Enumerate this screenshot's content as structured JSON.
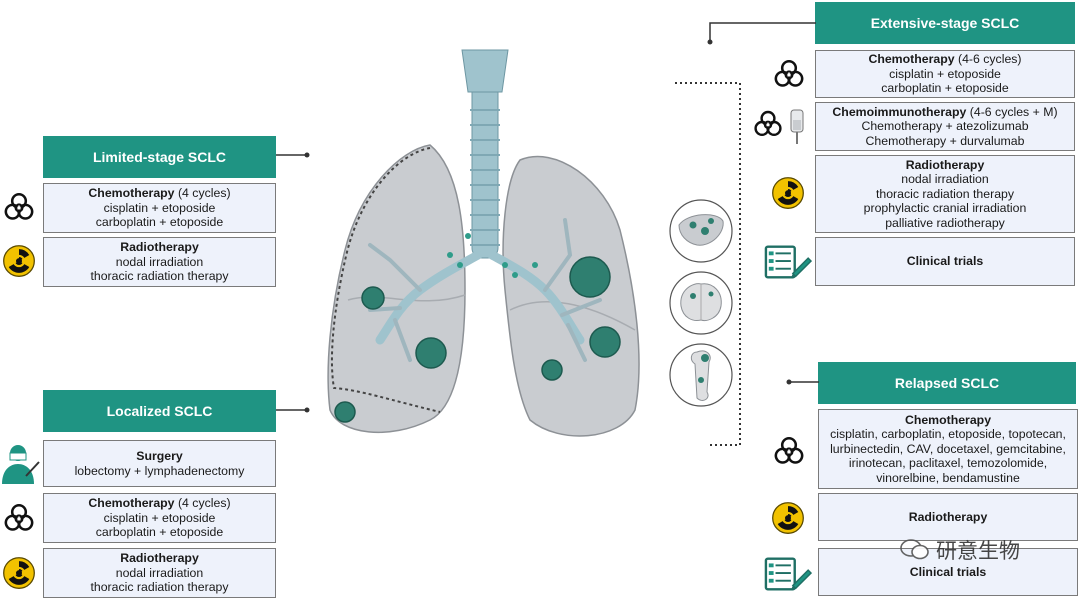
{
  "colors": {
    "header": "#1f9483",
    "box_bg": "#eef2fb",
    "tumor": "#2f7f70",
    "lung": "#c9ccd0",
    "trachea": "#9fc3cd"
  },
  "limited": {
    "title": "Limited-stage SCLC",
    "chemo": {
      "title": "Chemotherapy",
      "note": " (4 cycles)",
      "lines": [
        "cisplatin + etoposide",
        "carboplatin + etoposide"
      ]
    },
    "radio": {
      "title": "Radiotherapy",
      "lines": [
        "nodal irradiation",
        "thoracic radiation therapy"
      ]
    }
  },
  "localized": {
    "title": "Localized SCLC",
    "surgery": {
      "title": "Surgery",
      "lines": [
        "lobectomy + lymphadenectomy"
      ]
    },
    "chemo": {
      "title": "Chemotherapy",
      "note": " (4 cycles)",
      "lines": [
        "cisplatin + etoposide",
        "carboplatin + etoposide"
      ]
    },
    "radio": {
      "title": "Radiotherapy",
      "lines": [
        "nodal irradiation",
        "thoracic radiation therapy"
      ]
    }
  },
  "extensive": {
    "title": "Extensive-stage SCLC",
    "chemo": {
      "title": "Chemotherapy",
      "note": " (4-6 cycles)",
      "lines": [
        "cisplatin + etoposide",
        "carboplatin + etoposide"
      ]
    },
    "chemoimmuno": {
      "title": "Chemoimmunotherapy",
      "note": " (4-6 cycles + M)",
      "lines": [
        "Chemotherapy + atezolizumab",
        "Chemotherapy + durvalumab"
      ]
    },
    "radio": {
      "title": "Radiotherapy",
      "lines": [
        "nodal irradiation",
        "thoracic radiation therapy",
        "prophylactic cranial irradiation",
        "palliative radiotherapy"
      ]
    },
    "trials": {
      "title": "Clinical trials"
    }
  },
  "relapsed": {
    "title": "Relapsed SCLC",
    "chemo": {
      "title": "Chemotherapy",
      "lines": [
        "cisplatin, carboplatin, etoposide, topotecan,",
        "lurbinectedin, CAV, docetaxel, gemcitabine,",
        "irinotecan, paclitaxel, temozolomide,",
        "vinorelbine, bendamustine"
      ]
    },
    "radio": {
      "title": "Radiotherapy"
    },
    "trials": {
      "title": "Clinical trials"
    }
  },
  "watermark": "研意生物",
  "icons": [
    "biohazard-icon",
    "radiation-icon",
    "surgeon-icon",
    "iv-bag-icon",
    "clipboard-icon",
    "liver-metastasis-icon",
    "brain-metastasis-icon",
    "bone-metastasis-icon"
  ]
}
